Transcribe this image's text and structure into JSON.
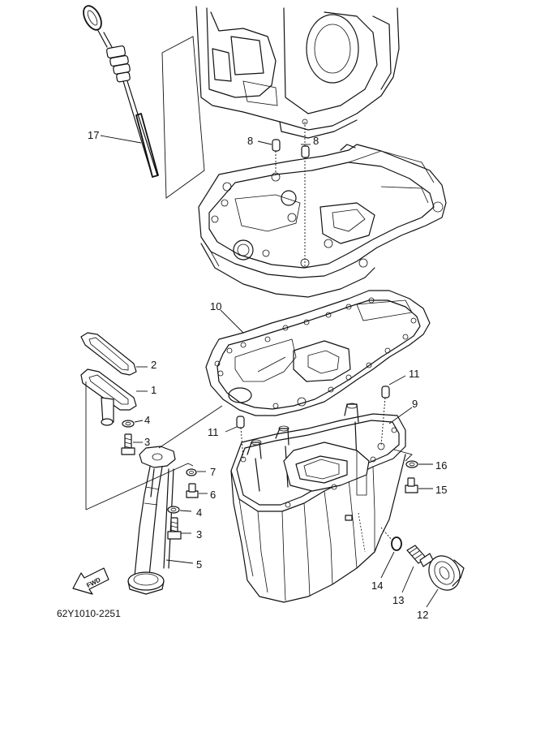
{
  "diagram_code": "62Y1010-2251",
  "direction_marker": "FWD",
  "callouts": {
    "c1": "1",
    "c2": "2",
    "c3a": "3",
    "c3b": "3",
    "c4a": "4",
    "c4b": "4",
    "c5": "5",
    "c6": "6",
    "c7": "7",
    "c8a": "8",
    "c8b": "8",
    "c9": "9",
    "c10": "10",
    "c11a": "11",
    "c11b": "11",
    "c12": "12",
    "c13": "13",
    "c14": "14",
    "c15": "15",
    "c16": "16",
    "c17": "17"
  }
}
